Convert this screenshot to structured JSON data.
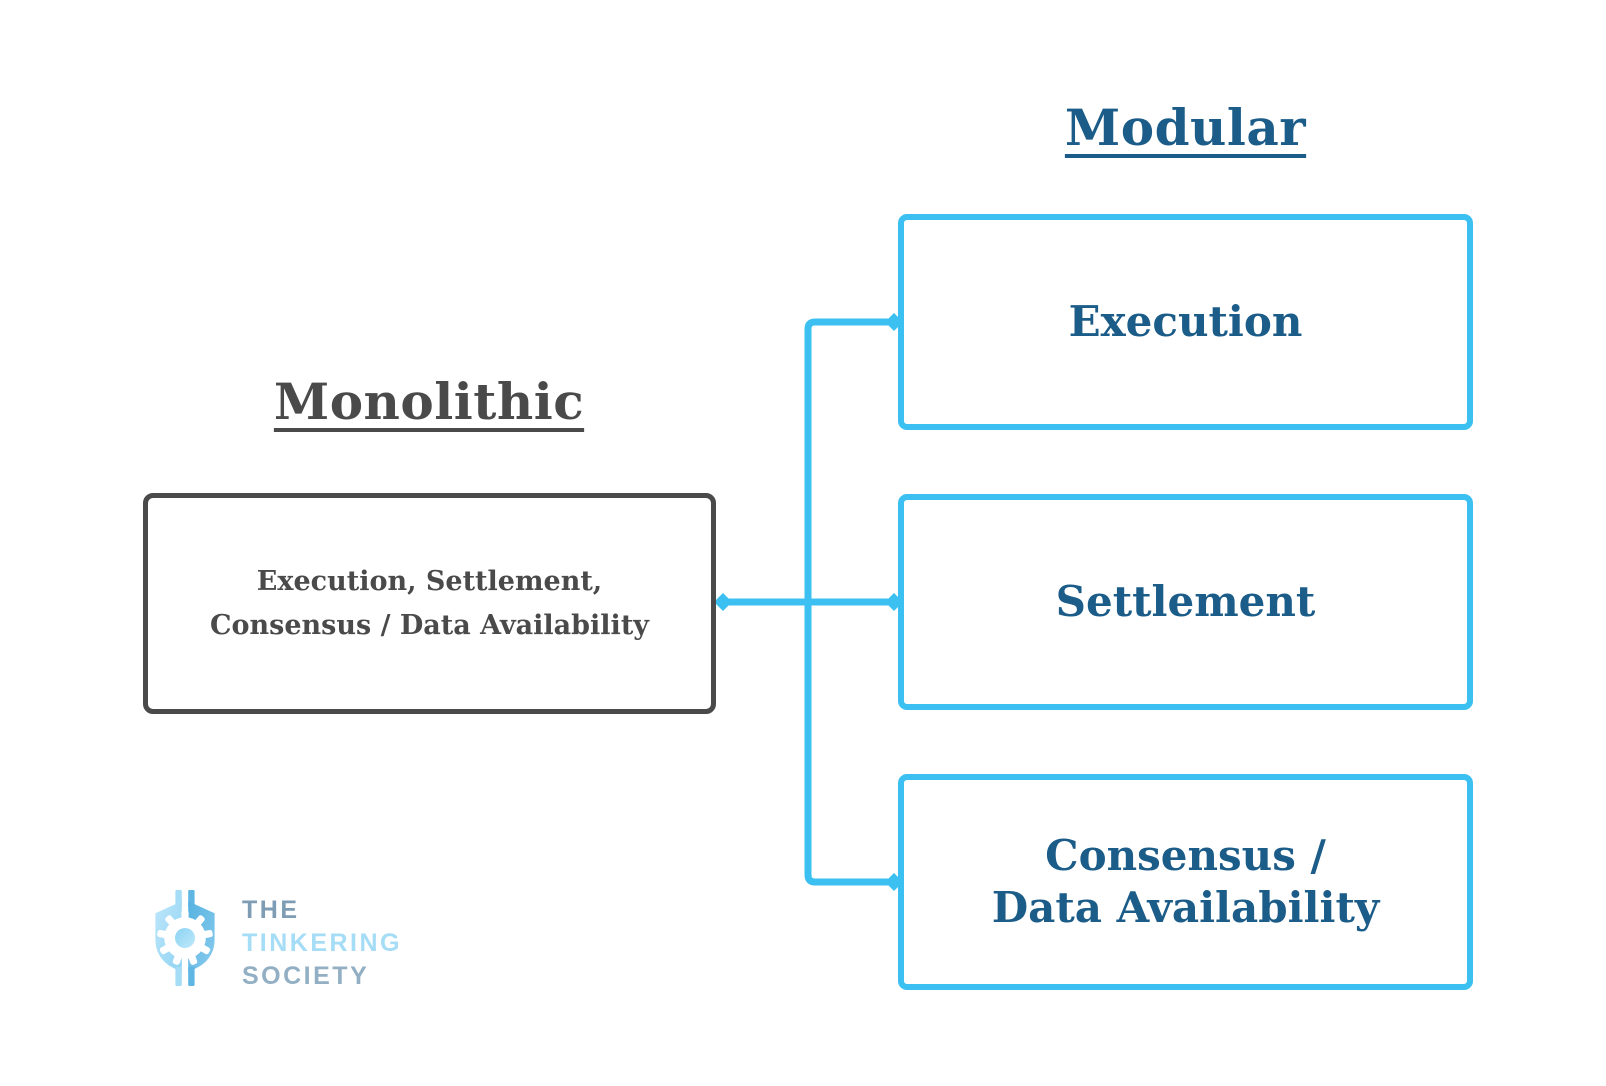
{
  "titles": {
    "modular": "Modular",
    "monolithic": "Monolithic"
  },
  "monolithic_box": {
    "label": "Execution, Settlement,\nConsensus / Data Availability"
  },
  "modular_boxes": [
    {
      "id": "execution",
      "label": "Execution"
    },
    {
      "id": "settlement",
      "label": "Settlement"
    },
    {
      "id": "consensus-data-availability",
      "label": "Consensus /\nData Availability"
    }
  ],
  "edges": [
    {
      "from": "monolithic-box",
      "to": "execution"
    },
    {
      "from": "monolithic-box",
      "to": "settlement"
    },
    {
      "from": "monolithic-box",
      "to": "consensus-data-availability"
    }
  ],
  "logo": {
    "line1": "THE",
    "line2": "TINKERING",
    "line3": "SOCIETY",
    "icon": "shield-gear-icon"
  },
  "colors": {
    "accent_blue": "#3bc0f1",
    "heading_blue": "#1b5c88",
    "heading_gray": "#4a4a4a",
    "logo_the": "#7e9db4",
    "logo_tinkering": "#a5dcf6",
    "logo_society": "#93afc4",
    "background": "#ffffff"
  }
}
